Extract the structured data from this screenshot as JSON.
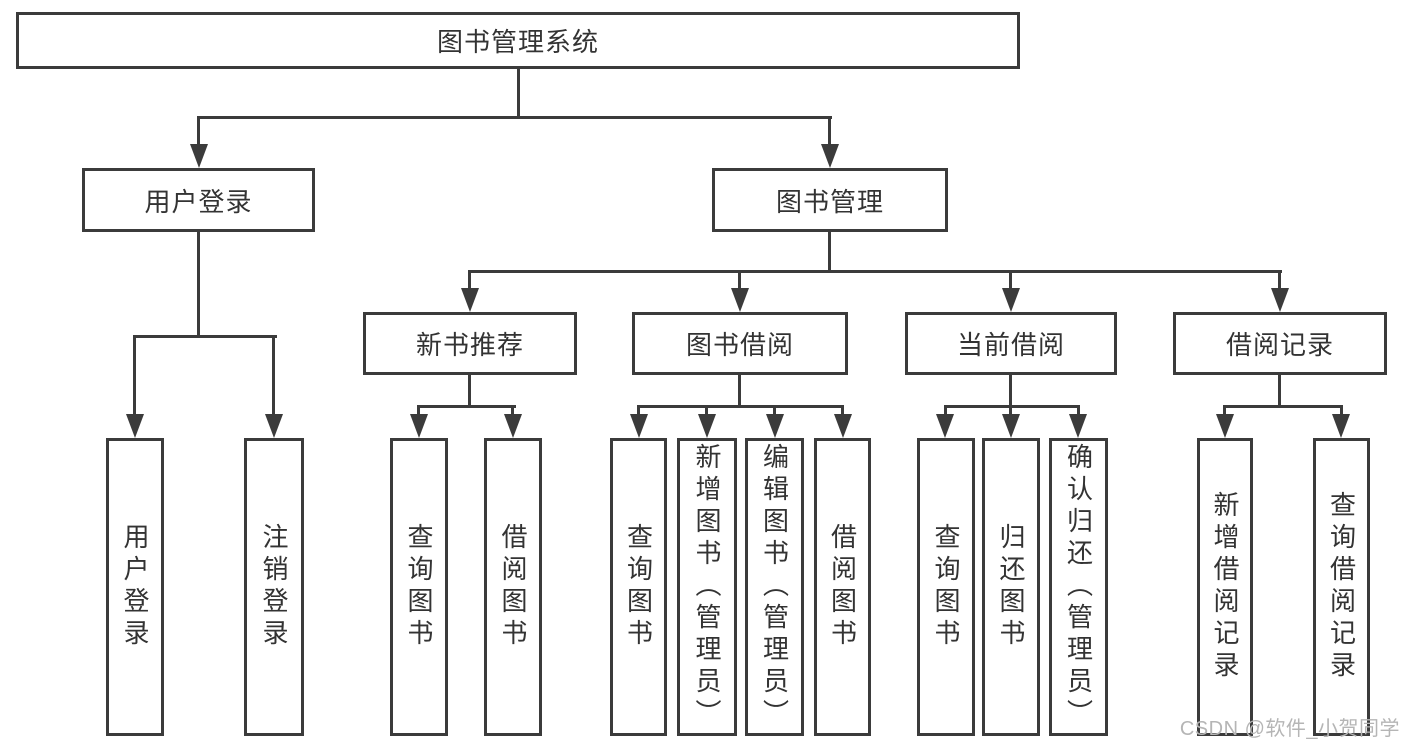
{
  "colors": {
    "line": "#3b3b3b",
    "text": "#333333",
    "watermark": "#b5b5b5",
    "background": "#ffffff"
  },
  "tree": {
    "root": {
      "label": "图书管理系统",
      "children": [
        {
          "label": "用户登录",
          "children": [
            {
              "label": "用户登录"
            },
            {
              "label": "注销登录"
            }
          ]
        },
        {
          "label": "图书管理",
          "children": [
            {
              "label": "新书推荐",
              "children": [
                {
                  "label": "查询图书"
                },
                {
                  "label": "借阅图书"
                }
              ]
            },
            {
              "label": "图书借阅",
              "children": [
                {
                  "label": "查询图书"
                },
                {
                  "label": "新增图书（管理员）"
                },
                {
                  "label": "编辑图书（管理员）"
                },
                {
                  "label": "借阅图书"
                }
              ]
            },
            {
              "label": "当前借阅",
              "children": [
                {
                  "label": "查询图书"
                },
                {
                  "label": "归还图书"
                },
                {
                  "label": "确认归还（管理员）"
                }
              ]
            },
            {
              "label": "借阅记录",
              "children": [
                {
                  "label": "新增借阅记录"
                },
                {
                  "label": "查询借阅记录"
                }
              ]
            }
          ]
        }
      ]
    }
  },
  "watermark": {
    "text": "CSDN @软件_小贺同学"
  }
}
